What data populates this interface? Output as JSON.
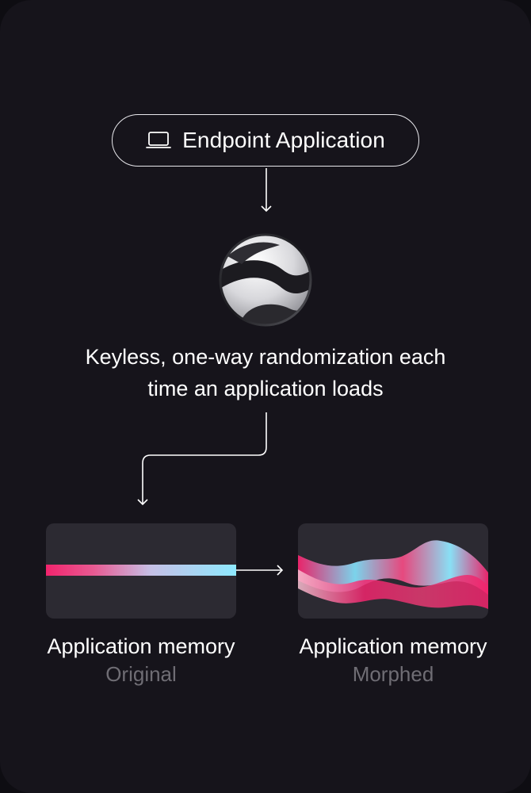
{
  "source_node": {
    "icon": "laptop-icon",
    "label": "Endpoint Application"
  },
  "engine": {
    "icon": "morphing-logo-icon"
  },
  "description": {
    "line1": "Keyless, one-way randomization each",
    "line2": "time an application loads"
  },
  "memory_original": {
    "title": "Application memory",
    "state": "Original"
  },
  "memory_morphed": {
    "title": "Application memory",
    "state": "Morphed"
  },
  "colors": {
    "background": "#16141b",
    "panel": "#2c2a32",
    "accent_pink": "#f2246d",
    "accent_cyan": "#8ee9ff",
    "muted_text": "#6f6d74"
  }
}
